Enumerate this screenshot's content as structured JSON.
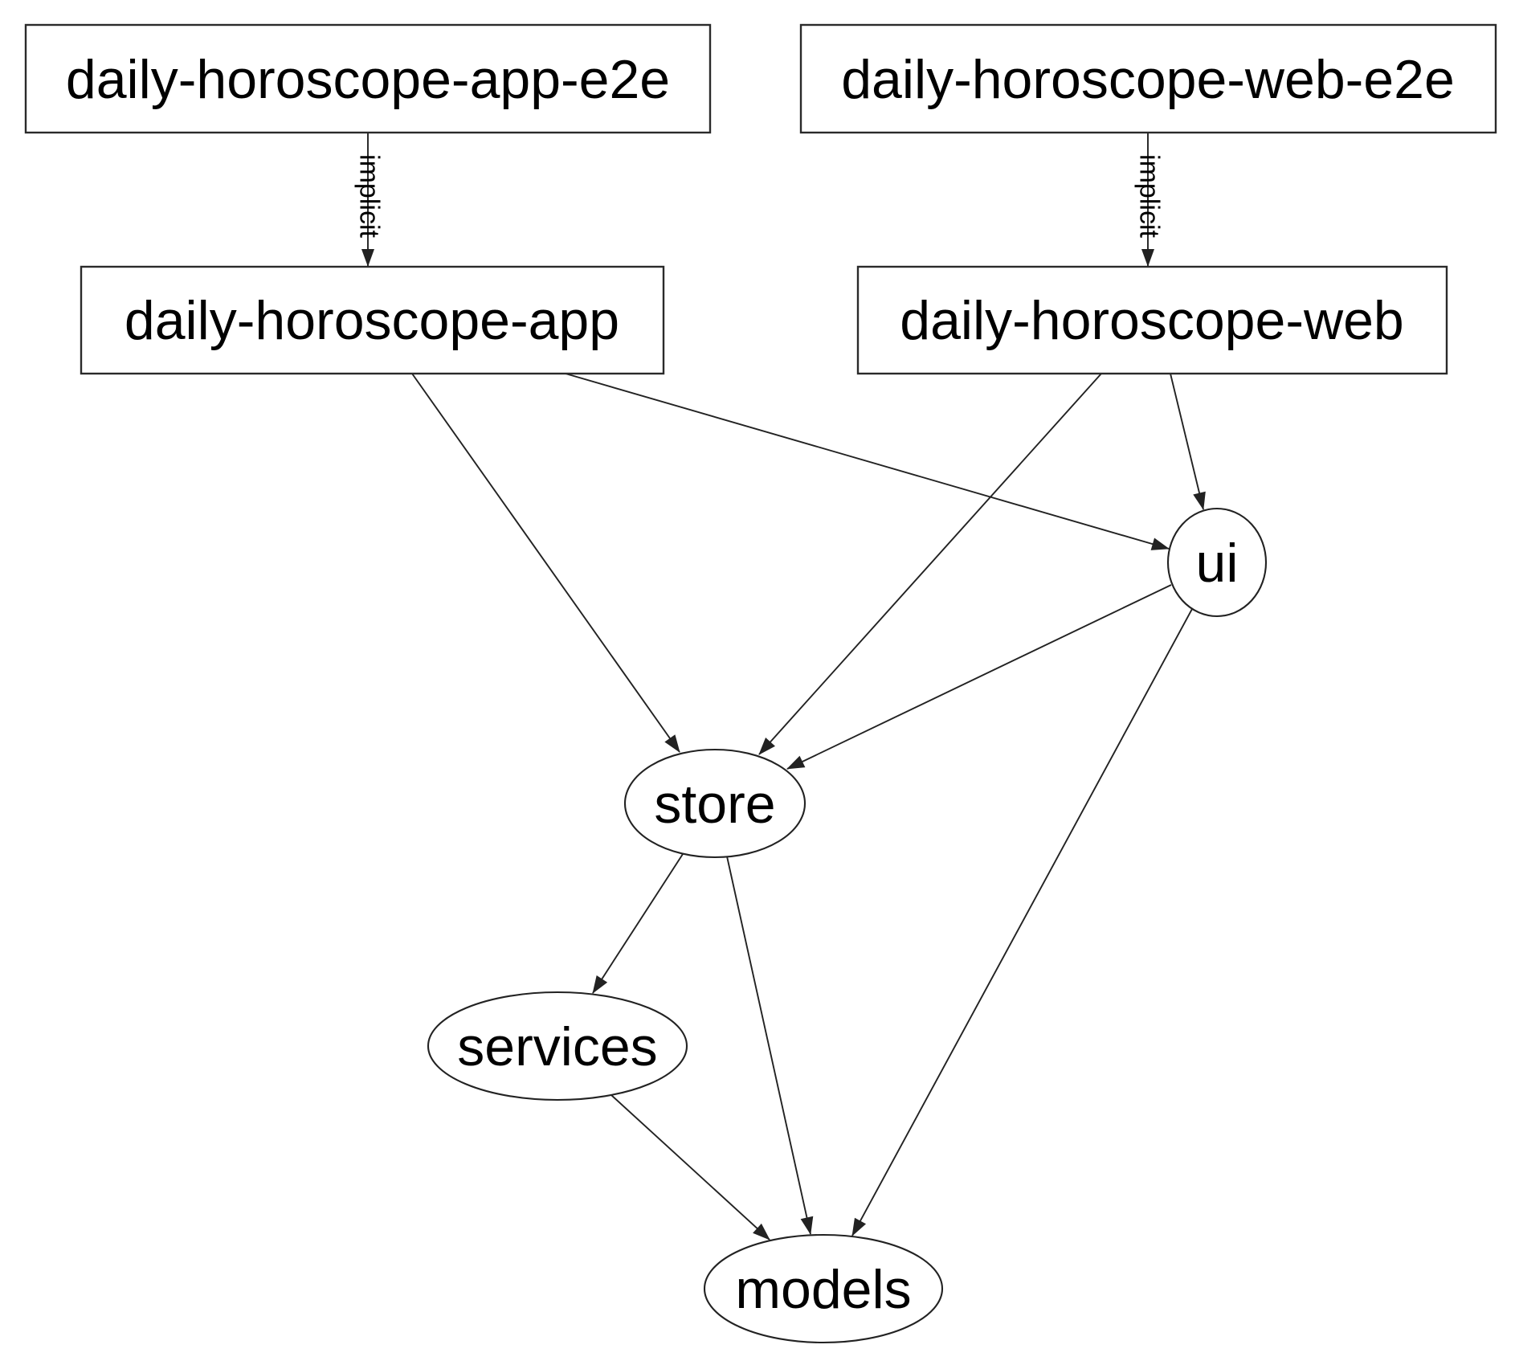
{
  "diagram": {
    "type": "dependency-graph",
    "colors": {
      "background": "#ffffff",
      "node_fill": "#ffffff",
      "node_stroke": "#2a2a2a",
      "edge_stroke": "#222222",
      "text": "#000000"
    },
    "nodes": {
      "app_e2e": {
        "label": "daily-horoscope-app-e2e",
        "shape": "rect"
      },
      "web_e2e": {
        "label": "daily-horoscope-web-e2e",
        "shape": "rect"
      },
      "app": {
        "label": "daily-horoscope-app",
        "shape": "rect"
      },
      "web": {
        "label": "daily-horoscope-web",
        "shape": "rect"
      },
      "ui": {
        "label": "ui",
        "shape": "ellipse"
      },
      "store": {
        "label": "store",
        "shape": "ellipse"
      },
      "services": {
        "label": "services",
        "shape": "ellipse"
      },
      "models": {
        "label": "models",
        "shape": "ellipse"
      }
    },
    "edges": [
      {
        "from": "daily-horoscope-app-e2e",
        "to": "daily-horoscope-app",
        "label": "implicit"
      },
      {
        "from": "daily-horoscope-web-e2e",
        "to": "daily-horoscope-web",
        "label": "implicit"
      },
      {
        "from": "daily-horoscope-app",
        "to": "store"
      },
      {
        "from": "daily-horoscope-app",
        "to": "ui"
      },
      {
        "from": "daily-horoscope-web",
        "to": "store"
      },
      {
        "from": "daily-horoscope-web",
        "to": "ui"
      },
      {
        "from": "ui",
        "to": "store"
      },
      {
        "from": "ui",
        "to": "models"
      },
      {
        "from": "store",
        "to": "services"
      },
      {
        "from": "store",
        "to": "models"
      },
      {
        "from": "services",
        "to": "models"
      }
    ]
  }
}
